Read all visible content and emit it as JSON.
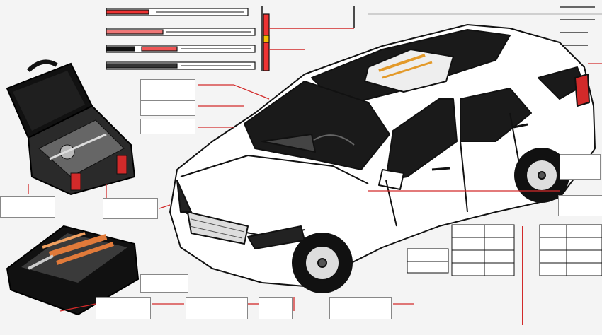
{
  "scene": {
    "subject": "sedan-car",
    "accessories": [
      "open-tool-case",
      "closed-tool-case",
      "spare-parts-tray"
    ]
  },
  "colors": {
    "background": "#f4f4f4",
    "outline": "#111111",
    "accent": "#d22a2a",
    "glass": "#1a1a1a",
    "body": "#ffffff"
  },
  "callouts": [
    {
      "id": "c1",
      "text": ""
    },
    {
      "id": "c2",
      "text": ""
    },
    {
      "id": "c3",
      "text": ""
    },
    {
      "id": "c4",
      "text": ""
    },
    {
      "id": "c5",
      "text": ""
    },
    {
      "id": "c6",
      "text": ""
    },
    {
      "id": "c7",
      "text": ""
    },
    {
      "id": "c8",
      "text": ""
    },
    {
      "id": "c9",
      "text": ""
    },
    {
      "id": "c10",
      "text": ""
    },
    {
      "id": "c11",
      "text": ""
    },
    {
      "id": "c12",
      "text": ""
    }
  ],
  "tables": [
    {
      "id": "t1",
      "rows": 5,
      "cols": 2
    },
    {
      "id": "t2",
      "rows": 5,
      "cols": 2
    }
  ]
}
